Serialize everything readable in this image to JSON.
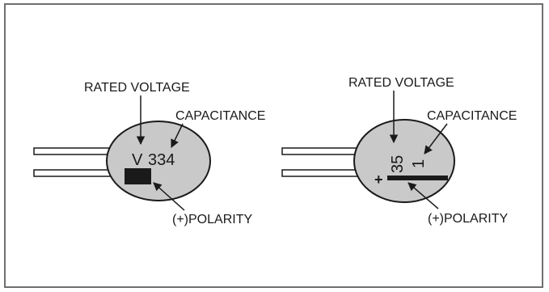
{
  "left_capacitor": {
    "rated_voltage_label": "RATED VOLTAGE",
    "capacitance_label": "CAPACITANCE",
    "polarity_label": "(+)POLARITY",
    "body_marking_voltage": "V",
    "body_marking_capacitance": "334"
  },
  "right_capacitor": {
    "rated_voltage_label": "RATED VOLTAGE",
    "capacitance_label": "CAPACITANCE",
    "polarity_label": "(+)POLARITY",
    "body_marking_voltage": "35",
    "body_marking_capacitance": "1",
    "plus_sign": "+"
  },
  "colors": {
    "frame": "#6f6f6f",
    "capacitor_body": "#c9c9c9",
    "outline": "#1a1a1a",
    "polarity_block": "#1a1a1a"
  }
}
